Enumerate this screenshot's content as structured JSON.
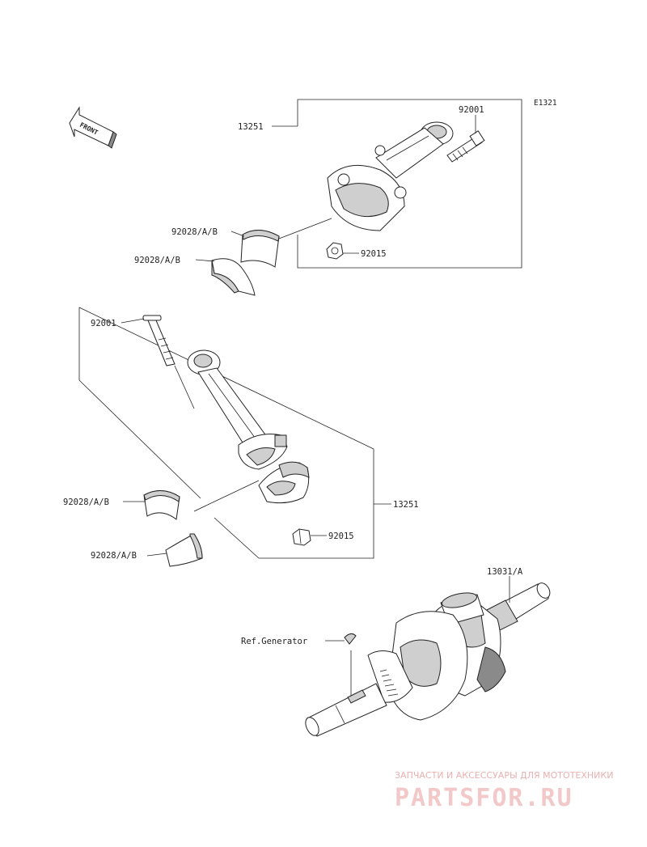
{
  "diagram": {
    "code": "E1321",
    "front_label": "FRONT",
    "labels": {
      "rod_upper": "13251",
      "bolt_upper": "92001",
      "bearing_upper_1": "92028/A/B",
      "bearing_upper_2": "92028/A/B",
      "nut_upper": "92015",
      "bolt_lower": "92001",
      "bearing_lower_1": "92028/A/B",
      "bearing_lower_2": "92028/A/B",
      "rod_lower": "13251",
      "nut_lower": "92015",
      "crankshaft": "13031/A",
      "ref_generator": "Ref.Generator"
    }
  },
  "watermark": {
    "top_line": "ЗАПЧАСТИ И АКСЕССУАРЫ ДЛЯ МОТОТЕХНИКИ",
    "brand": "PARTSFOR.RU"
  }
}
